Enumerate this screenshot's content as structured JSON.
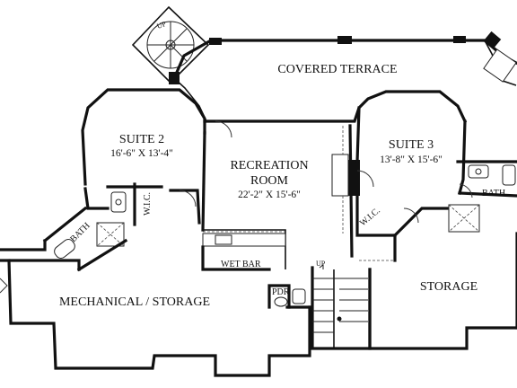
{
  "rooms": {
    "covered_terrace": "COVERED TERRACE",
    "suite2_name": "SUITE 2",
    "suite2_dim": "16'-6\" X 13'-4\"",
    "recreation_name_1": "RECREATION",
    "recreation_name_2": "ROOM",
    "recreation_dim": "22'-2\" X 15'-6\"",
    "suite3_name": "SUITE 3",
    "suite3_dim": "13'-8\" X 15'-6\"",
    "storage": "STORAGE",
    "mechanical": "MECHANICAL / STORAGE",
    "wet_bar": "WET BAR",
    "pdr": "PDR",
    "bath_left": "BATH",
    "bath_right": "BATH",
    "wic_left": "W.I.C.",
    "wic_right": "W.I.C.",
    "up_spiral": "UP",
    "up_stair": "UP"
  }
}
